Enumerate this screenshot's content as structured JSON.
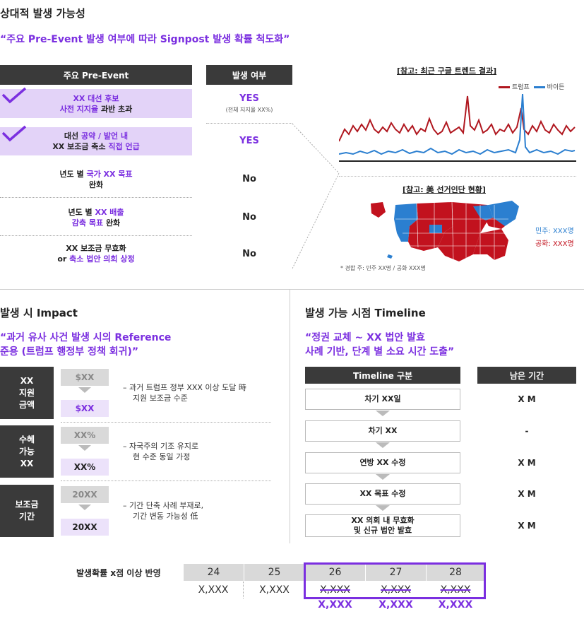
{
  "top": {
    "title": "상대적 발생 가능성",
    "subtitle": "“주요 Pre-Event 발생 여부에 따라 Signpost 발생 확률 척도화”",
    "col_event": "주요 Pre-Event",
    "col_occur": "발생 여부",
    "rows": [
      {
        "line1a": "XX 대선 후보",
        "line2a": "사전 지지율",
        "line2b": " 과반 초과",
        "occur": "YES",
        "note": "(전체 지지율 XX%)"
      },
      {
        "line1a": "대선 ",
        "line1b": "공약 / 발언 내",
        "line2a": "XX 보조금 축소 ",
        "line2b": "직접 언급",
        "occur": "YES"
      },
      {
        "line1a": "년도 별 ",
        "line1b": "국가 XX 목표",
        "line2a": "완화",
        "occur": "No"
      },
      {
        "line1a": "년도 별 ",
        "line1b": "XX 배출",
        "line2a": "감축 목표",
        "line2b": " 완화",
        "occur": "No"
      },
      {
        "line1a": "XX 보조금 무효화",
        "line2a": "or ",
        "line2b": "축소 법안 의회 상정",
        "occur": "No"
      }
    ]
  },
  "trends": {
    "title": "[참고: 최근 구글 트렌드 결과]",
    "legend": [
      {
        "name": "트럼프",
        "color": "#b0171f"
      },
      {
        "name": "바이든",
        "color": "#2b7fd0"
      }
    ]
  },
  "map": {
    "title": "[참고: 美 선거인단 현황]",
    "dem": "민주: XXX명",
    "rep": "공화: XXX명",
    "note": "* 경합 주: 민주 XX명 / 공화 XXX명"
  },
  "impact": {
    "title": "발생 시 Impact",
    "subtitle1": "“과거 유사 사건 발생 시의 Reference",
    "subtitle2": "준용 (트럼프 행정부 정책 회귀)”",
    "rows": [
      {
        "label": "XX\n지원\n금액",
        "before": "$XX",
        "after": "$XX",
        "desc1": "–  과거 트럼프 정부 XXX 이상 도달 時",
        "desc2": "지원 보조금 수준"
      },
      {
        "label": "수혜\n가능\nXX",
        "before": "XX%",
        "after": "XX%",
        "desc1": "–  자국주의 기조 유지로",
        "desc2": "현 수준 동일 가정"
      },
      {
        "label": "보조금\n기간",
        "before": "20XX",
        "after": "20XX",
        "desc1": "–  기간 단축 사례 부재로,",
        "desc2": "기간 변동 가능성 低"
      }
    ]
  },
  "timeline": {
    "title": "발생 가능 시점 Timeline",
    "subtitle1": "“정권 교체 ~ XX 법안 발효",
    "subtitle2": "사례 기반, 단계 별 소요 시간 도출”",
    "col_stage": "Timeline 구분",
    "col_remain": "남은 기간",
    "rows": [
      {
        "stage": "차기 XX일",
        "remain": "X M"
      },
      {
        "stage": "차기 XX",
        "remain": "-"
      },
      {
        "stage": "연방 XX 수정",
        "remain": "X M"
      },
      {
        "stage": "XX 목표 수정",
        "remain": "X M"
      },
      {
        "stage": "XX 의회 내 무효화\n및 신규 법안 발효",
        "remain": "X M"
      }
    ]
  },
  "bottom": {
    "label": "발생확률 x점 이상 반영",
    "years": [
      "24",
      "25",
      "26",
      "27",
      "28"
    ],
    "values": [
      "X,XXX",
      "X,XXX",
      "X,XXX",
      "X,XXX",
      "X,XXX"
    ],
    "new_values": [
      "X,XXX",
      "X,XXX",
      "X,XXX"
    ]
  }
}
